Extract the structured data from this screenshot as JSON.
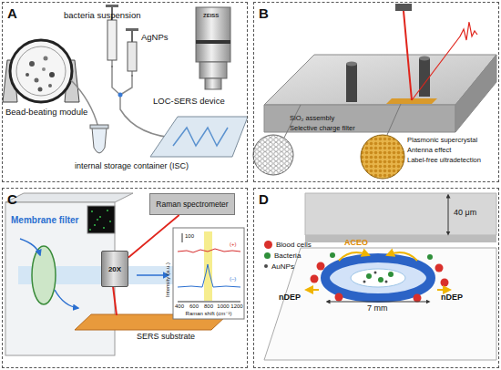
{
  "diagram": {
    "nodes": [
      {
        "text": [
          "A"
        ]
      },
      {
        "text": [
          "B"
        ]
      },
      {
        "text": [
          "C"
        ]
      },
      {
        "text": [
          "D"
        ]
      },
      {
        "text": [
          "Raman spectrometer"
        ],
        "in": 2
      },
      {
        "text": [
          "20X"
        ],
        "in": 2
      }
    ],
    "edges": [
      {
        "from": 4,
        "to": 5,
        "arrow": "none"
      }
    ],
    "labels": [
      "bacteria suspension",
      "AgNPs",
      "ZEISS",
      "Bead-beating module",
      "LOC-SERS device",
      "internal storage container (ISC)",
      "SiO₂ assembly",
      "Selective charge filter",
      "Plasmonic supercrystal",
      "Antenna effect",
      "Label-free ultradetection",
      "Membrane filter",
      "SERS substrate",
      "100",
      "(+)",
      "(–)",
      "Intensity (a.u.)",
      "400",
      "600",
      "800",
      "1000",
      "1200",
      "Raman shift (cm⁻¹)",
      "ACEO",
      "nDEP",
      "nDEP",
      "40 μm",
      "7 mm"
    ],
    "legend": [
      {
        "text": "Blood cells",
        "color": "#d9302b"
      },
      {
        "text": "Bacteria",
        "color": "#2f8f3a"
      },
      {
        "text": "AuNPs",
        "color": "#4a4a4a"
      }
    ]
  }
}
